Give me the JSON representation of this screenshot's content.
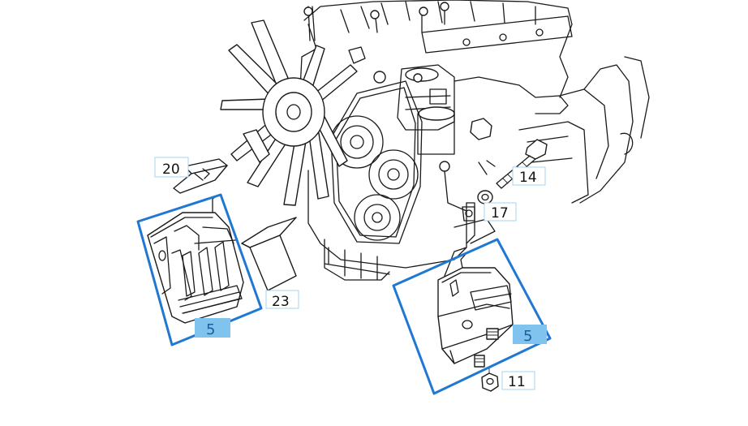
{
  "colors": {
    "selection": "#1f78d1",
    "highlight": "#7fc3ee",
    "highlight_text": "#1e5f9a",
    "callout_border": "#a9d3ef",
    "line": "#1a1a1a"
  },
  "callouts": [
    {
      "id": "20",
      "label": "20"
    },
    {
      "id": "14",
      "label": "14"
    },
    {
      "id": "17",
      "label": "17"
    },
    {
      "id": "23",
      "label": "23"
    },
    {
      "id": "11",
      "label": "11"
    }
  ],
  "highlights": [
    {
      "id": "5-left",
      "label": "5"
    },
    {
      "id": "5-right",
      "label": "5"
    }
  ]
}
